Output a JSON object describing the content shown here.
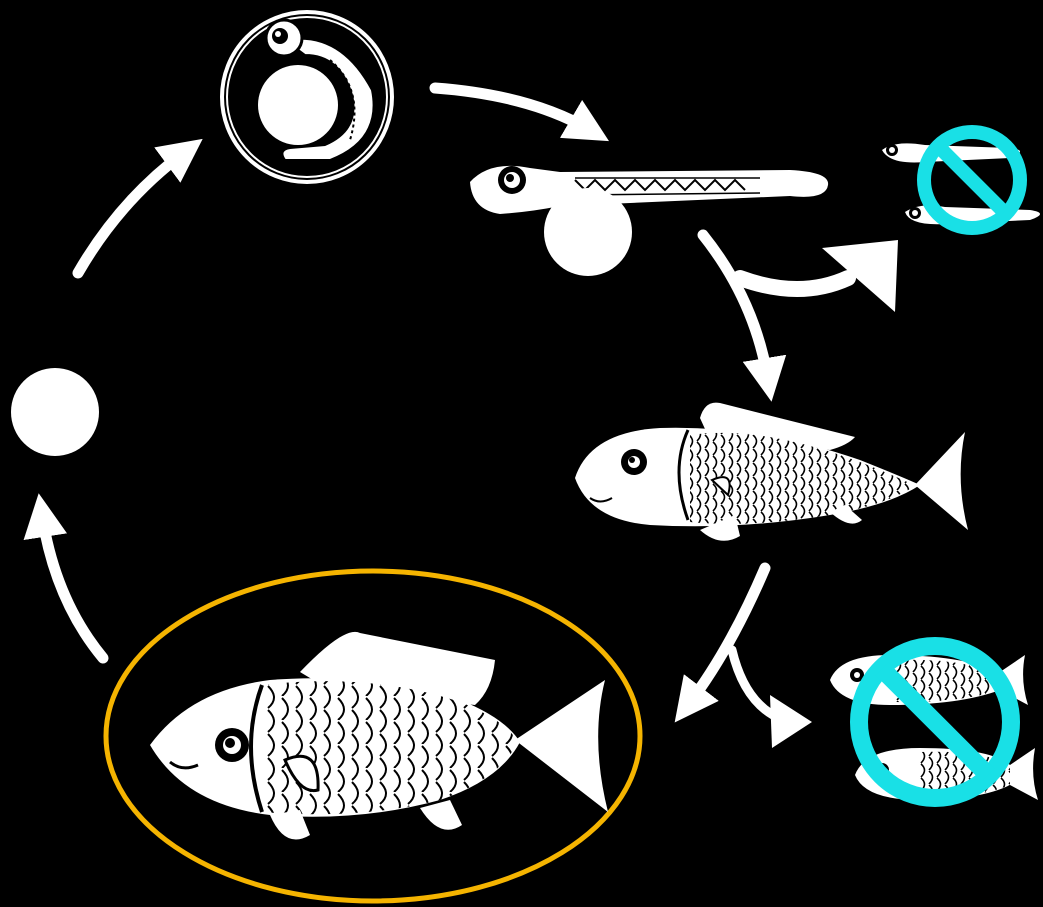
{
  "stages": [
    {
      "id": "egg",
      "label": ""
    },
    {
      "id": "embryo",
      "label": ""
    },
    {
      "id": "larva",
      "label": ""
    },
    {
      "id": "juvenile",
      "label": ""
    },
    {
      "id": "adult",
      "label": ""
    }
  ],
  "cycle_order": [
    "egg",
    "embryo",
    "larva",
    "juvenile",
    "adult",
    "egg"
  ],
  "mortality_branches": [
    {
      "from": "larva",
      "marker": "prohibition-sign"
    },
    {
      "from": "juvenile",
      "marker": "prohibition-sign"
    }
  ],
  "highlighted_stage": "adult",
  "colors": {
    "background": "#000000",
    "line": "#ffffff",
    "highlight_ring": "#f5b400",
    "prohibition": "#19e0e6"
  }
}
